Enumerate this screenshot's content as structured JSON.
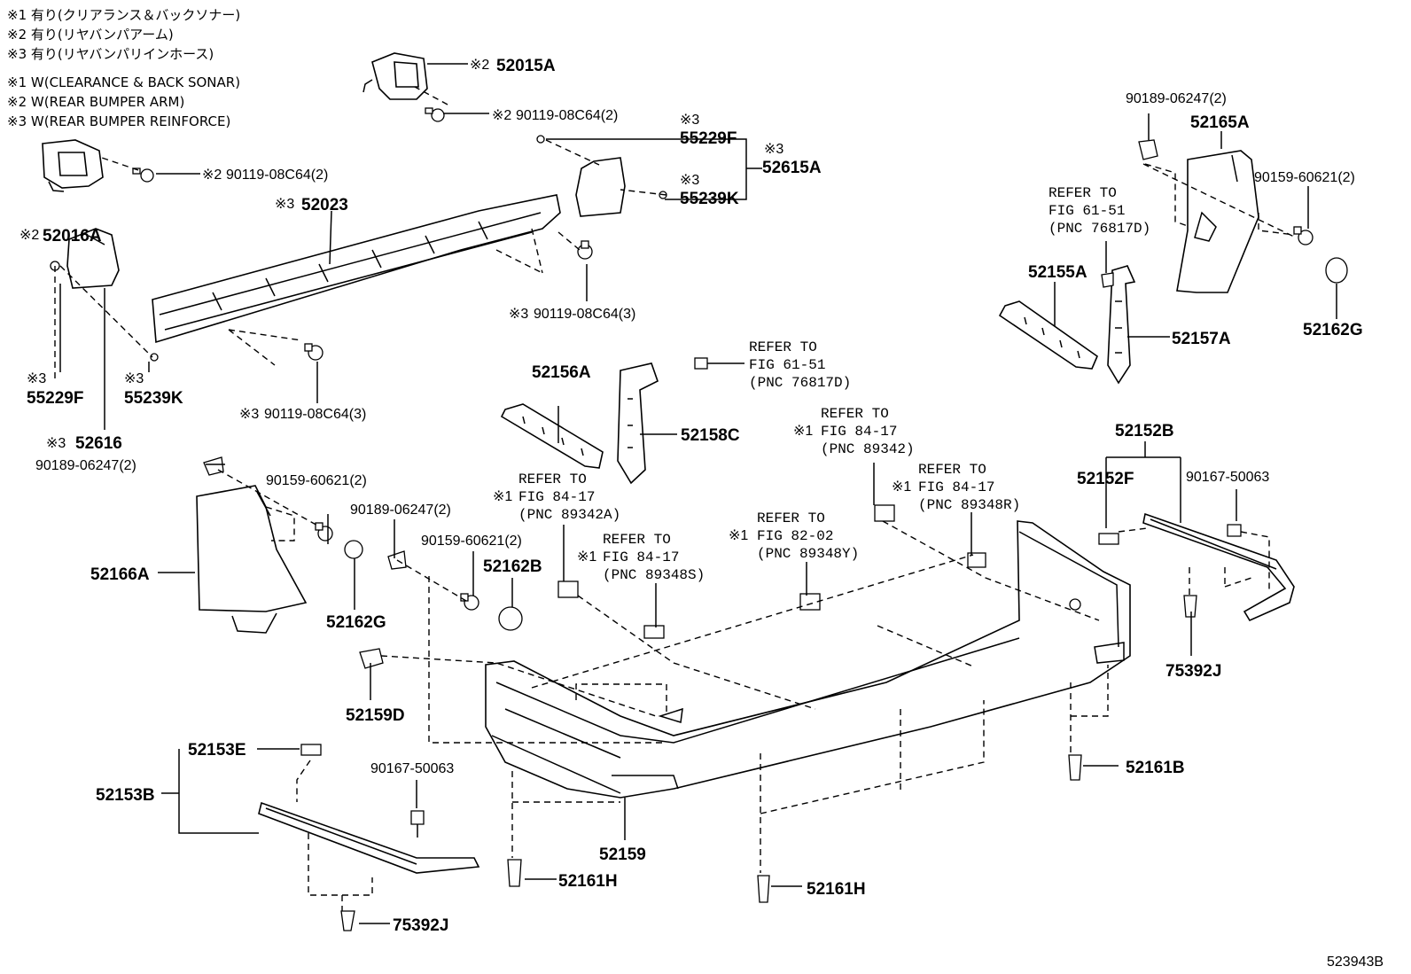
{
  "notes": {
    "jp": [
      "※1 有り(クリアランス＆バックソナー)",
      "※2 有り(リヤバンパアーム)",
      "※3 有り(リヤバンパリインホース)"
    ],
    "en": [
      "※1 W(CLEARANCE & BACK SONAR)",
      "※2 W(REAR BUMPER ARM)",
      "※3 W(REAR BUMPER REINFORCE)"
    ]
  },
  "marks": {
    "m1": "※1",
    "m2": "※2",
    "m3": "※3"
  },
  "parts": {
    "p52015A": "52015A",
    "p90119_2a": "90119-08C64(2)",
    "p90119_2b": "90119-08C64(2)",
    "p52016A": "52016A",
    "p52023": "52023",
    "p55229F_top": "55229F",
    "p55239K_top": "55239K",
    "p52615A": "52615A",
    "p90119_3a": "90119-08C64(3)",
    "p90119_3b": "90119-08C64(3)",
    "p55229F_left": "55229F",
    "p55239K_left": "55239K",
    "p52616": "52616",
    "p90189_left": "90189-06247(2)",
    "p90159_left": "90159-60621(2)",
    "p90189_mid": "90189-06247(2)",
    "p90159_mid": "90159-60621(2)",
    "p52166A": "52166A",
    "p52162G_left": "52162G",
    "p52162B": "52162B",
    "p52156A": "52156A",
    "p52158C": "52158C",
    "p52159D": "52159D",
    "p52153E": "52153E",
    "p52153B": "52153B",
    "p90167_left": "90167-50063",
    "p75392J_left": "75392J",
    "p52161H_a": "52161H",
    "p52161H_b": "52161H",
    "p52159": "52159",
    "p52161B": "52161B",
    "p75392J_right": "75392J",
    "p52152B": "52152B",
    "p52152F": "52152F",
    "p90167_right": "90167-50063",
    "p90189_right": "90189-06247(2)",
    "p52165A": "52165A",
    "p90159_right": "90159-60621(2)",
    "p52162G_right": "52162G",
    "p52155A": "52155A",
    "p52157A": "52157A"
  },
  "refs": {
    "r1": [
      "REFER TO",
      "FIG 61-51",
      "(PNC 76817D)"
    ],
    "r2": [
      "REFER TO",
      "FIG 61-51",
      "(PNC 76817D)"
    ],
    "r3": [
      "REFER TO",
      "FIG 84-17",
      "(PNC 89342A)"
    ],
    "r4": [
      "REFER TO",
      "FIG 84-17",
      "(PNC 89348S)"
    ],
    "r5": [
      "REFER TO",
      "FIG 82-02",
      "(PNC 89348Y)"
    ],
    "r6": [
      "REFER TO",
      "FIG 84-17",
      "(PNC 89342)"
    ],
    "r7": [
      "REFER TO",
      "FIG 84-17",
      "(PNC 89348R)"
    ]
  },
  "illustration_id": "523943B"
}
